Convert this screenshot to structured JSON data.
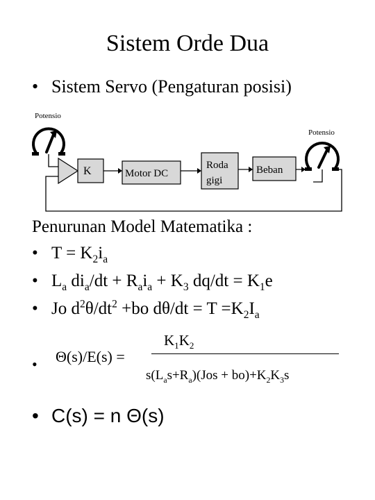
{
  "title": "Sistem Orde Dua",
  "bullet_glyph": "•",
  "servo_line": "Sistem  Servo (Pengaturan posisi)",
  "diagram": {
    "potensio_left": "Potensio",
    "potensio_right": "Potensio",
    "block_k": "K",
    "block_motor": "Motor DC",
    "block_roda_1": "Roda",
    "block_roda_2": "gigi",
    "block_beban": "Beban"
  },
  "model": {
    "heading": "Penurunan Model Matematika :",
    "eq1": {
      "a": "T = K",
      "b": "2",
      "c": "i",
      "d": "a"
    },
    "eq2": {
      "a": "L",
      "b": "a",
      "c": " di",
      "d": "a",
      "e": "/dt + R",
      "f": "a",
      "g": "i",
      "h": "a",
      "i": " + K",
      "j": "3",
      "k": " dq/dt = K",
      "l": "1",
      "m": "e"
    },
    "eq3": {
      "a": "Jo d",
      "b": "2",
      "c": "θ/dt",
      "d": "2",
      "e": " +bo dθ/dt = T =K",
      "f": "2",
      "g": "I",
      "h": "a"
    },
    "eq4": {
      "lhs": "Θ(s)/E(s) =",
      "num": {
        "a": "K",
        "b": "1",
        "c": "K",
        "d": "2"
      },
      "den": {
        "a": "s(L",
        "b": "a",
        "c": "s+R",
        "d": "a",
        "e": ")(Jos + bo)+K",
        "f": "2",
        "g": "K",
        "h": "3",
        "i": "s"
      }
    },
    "eq5": "C(s) = n Θ(s)"
  }
}
